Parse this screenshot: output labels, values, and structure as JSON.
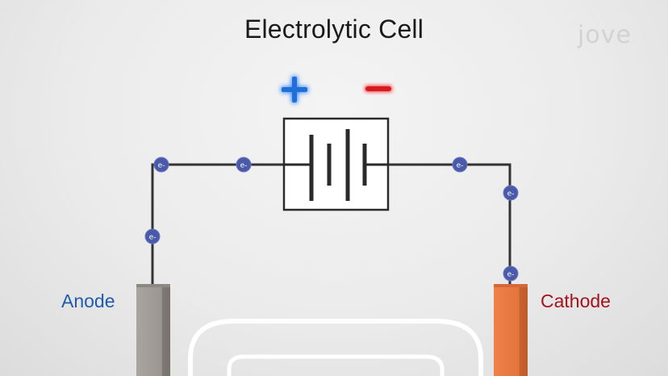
{
  "title": "Electrolytic Cell",
  "brand": "jove",
  "labels": {
    "anode": "Anode",
    "cathode": "Cathode"
  },
  "battery": {
    "positive_sign": "+",
    "negative_sign": "−"
  },
  "electron_label": "e-",
  "colors": {
    "wire": "#333333",
    "electron": "#4a5aa8",
    "anode": "#9c9692",
    "cathode": "#e4733c",
    "positive": "#1f6fd6",
    "negative": "#d21c20",
    "anode_label": "#1f5cb0",
    "cathode_label": "#a5121b"
  }
}
